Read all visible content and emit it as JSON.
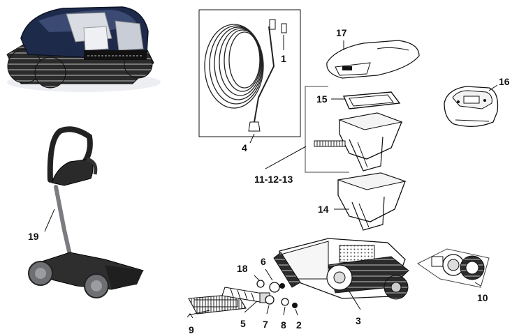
{
  "labels": {
    "l1": "1",
    "l2": "2",
    "l3": "3",
    "l4": "4",
    "l5": "5",
    "l6": "6",
    "l7": "7",
    "l8": "8",
    "l9": "9",
    "l10": "10",
    "l11_13": "11-12-13",
    "l14": "14",
    "l15": "15",
    "l16": "16",
    "l17": "17",
    "l18": "18",
    "l19": "19"
  },
  "colors": {
    "line": "#111111",
    "body_dark": "#1e2a4a",
    "body_light": "#d9dde3",
    "track": "#2b2b2b",
    "cart_grey": "#6d6f72"
  }
}
